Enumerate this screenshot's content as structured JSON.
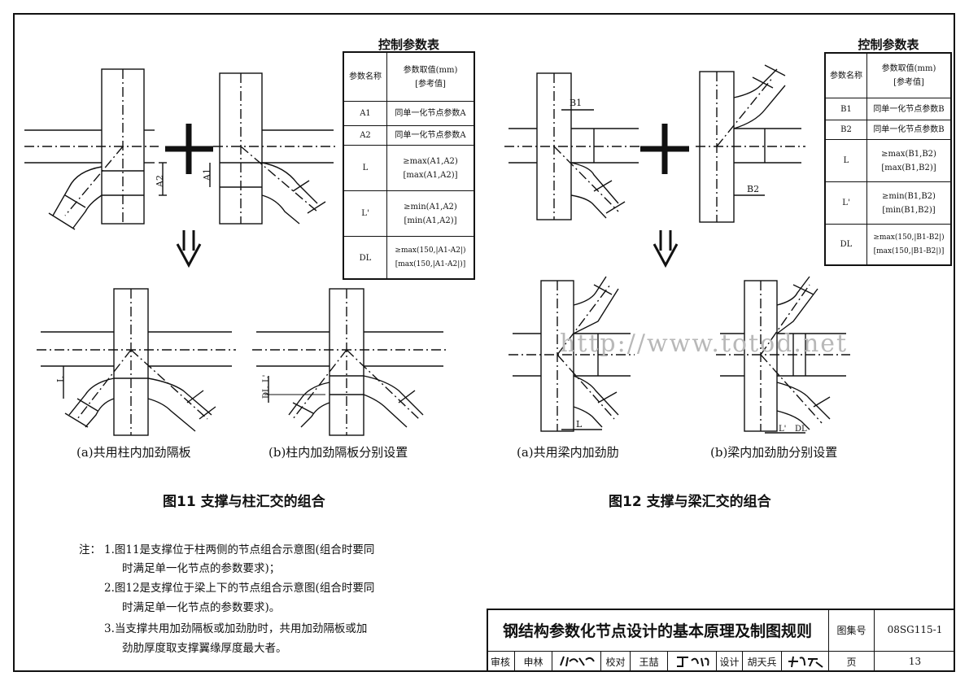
{
  "left_panel": {
    "param_table_title": "控制参数表",
    "param_table": {
      "header_name": "参数名称",
      "header_value_line1": "参数取值(mm)",
      "header_value_line2": "[参考值]",
      "rows": [
        {
          "name": "A1",
          "v1": "同单一化节点参数A",
          "v2": ""
        },
        {
          "name": "A2",
          "v1": "同单一化节点参数A",
          "v2": ""
        },
        {
          "name": "L",
          "v1": "≥max(A1,A2)",
          "v2": "[max(A1,A2)]"
        },
        {
          "name": "L'",
          "v1": "≥min(A1,A2)",
          "v2": "[min(A1,A2)]"
        },
        {
          "name": "DL",
          "v1": "≥max(150,|A1-A2|)",
          "v2": "[max(150,|A1-A2|)]"
        }
      ]
    },
    "dim_labels": {
      "a2": "A2",
      "a1": "A1",
      "l": "L",
      "dl": "DL",
      "lp": "L'"
    },
    "caption_a": "(a)共用柱内加劲隔板",
    "caption_b": "(b)柱内加劲隔板分别设置",
    "figure_title": "图11  支撑与柱汇交的组合"
  },
  "right_panel": {
    "param_table_title": "控制参数表",
    "param_table": {
      "header_name": "参数名称",
      "header_value_line1": "参数取值(mm)",
      "header_value_line2": "[参考值]",
      "rows": [
        {
          "name": "B1",
          "v1": "同单一化节点参数B",
          "v2": ""
        },
        {
          "name": "B2",
          "v1": "同单一化节点参数B",
          "v2": ""
        },
        {
          "name": "L",
          "v1": "≥max(B1,B2)",
          "v2": "[max(B1,B2)]"
        },
        {
          "name": "L'",
          "v1": "≥min(B1,B2)",
          "v2": "[min(B1,B2)]"
        },
        {
          "name": "DL",
          "v1": "≥max(150,|B1-B2|)",
          "v2": "[max(150,|B1-B2|)]"
        }
      ]
    },
    "dim_labels": {
      "b1": "B1",
      "b2": "B2",
      "l": "L",
      "lp": "L'",
      "dl": "DL"
    },
    "caption_a": "(a)共用梁内加劲肋",
    "caption_b": "(b)梁内加劲肋分别设置",
    "figure_title": "图12  支撑与梁汇交的组合"
  },
  "watermark": "http://www.totod.net",
  "notes": {
    "prefix": "注：",
    "lines": [
      "1.图11是支撑位于柱两侧的节点组合示意图(组合时要同",
      "时满足单一化节点的参数要求)；",
      "2.图12是支撑位于梁上下的节点组合示意图(组合时要同",
      "时满足单一化节点的参数要求)。",
      "3.当支撑共用加劲隔板或加劲肋时，共用加劲隔板或加",
      "劲肋厚度取支撑翼缘厚度最大者。"
    ]
  },
  "title_block": {
    "main_title": "钢结构参数化节点设计的基本原理及制图规则",
    "atlas_label": "图集号",
    "atlas_no": "08SG115-1",
    "review_label": "审核",
    "reviewer": "申林",
    "check_label": "校对",
    "checker": "王喆",
    "design_label": "设计",
    "designer": "胡天兵",
    "page_label": "页",
    "page_no": "13"
  }
}
